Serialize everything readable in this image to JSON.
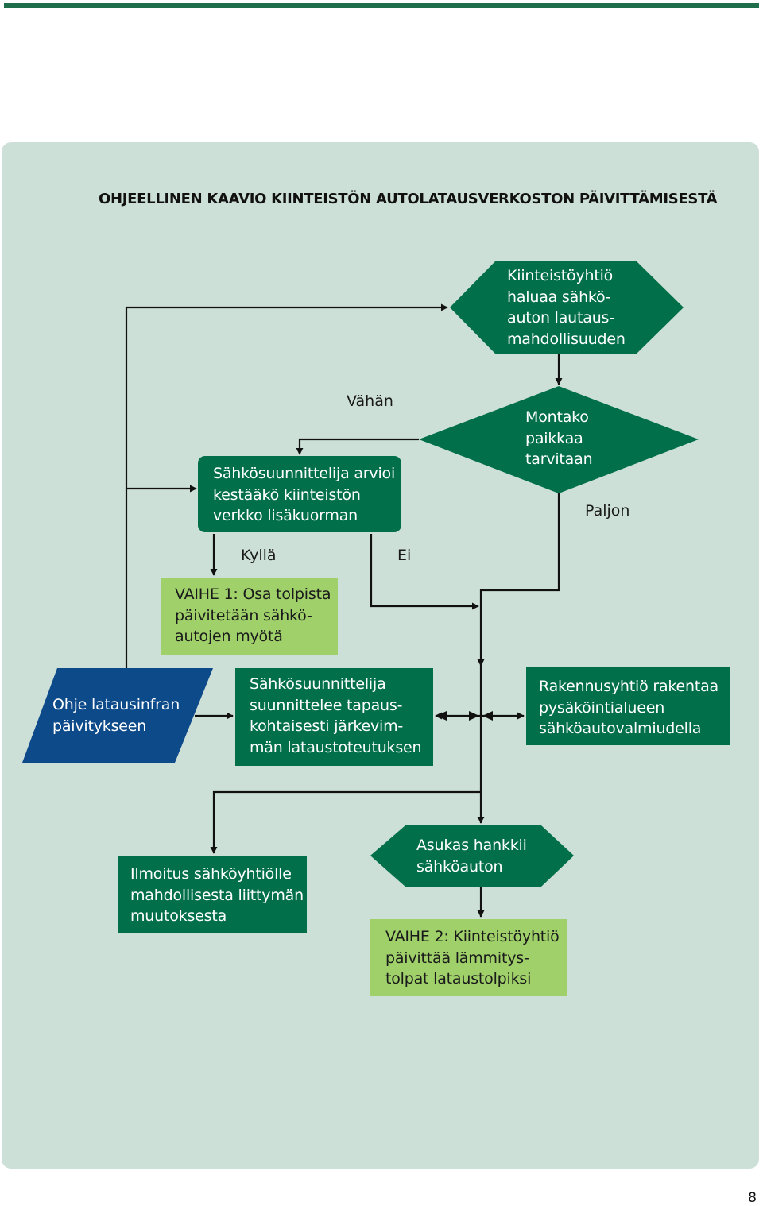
{
  "title": "OHJEELLINEN KAAVIO KIINTEISTÖN AUTOLATAUSVERKOSTON PÄIVITTÄMISESTÄ",
  "nodes": {
    "start": "Kiinteistöyhtiö\nhaluaa sähkö-\nauton lautaus-\nmahdollisuuden",
    "decision": "Montako\npaikkaa\ntarvitaan",
    "assess": "Sähkösuunnittelija arvioi\nkestääkö kiinteistön\nverkko lisäkuorman",
    "phase1": "VAIHE 1: Osa tolpista\npäivitetään sähkö-\nautojen myötä",
    "guide": "Ohje latausinfran\npäivitykseen",
    "design": "Sähkösuunnittelija\nsuunnittelee tapaus-\nkohtaisesti järkevim-\nmän lataustoteutuksen",
    "builder": "Rakennusyhtiö rakentaa\npysäköintialueen\nsähköautovalmiudella",
    "notify": "Ilmoitus sähköyhtiölle\nmahdollisesta liittymän\nmuutoksesta",
    "resident": "Asukas hankkii\nsähköauton",
    "phase2": "VAIHE 2: Kiinteistöyhtiö\npäivittää lämmitys-\ntolpat lataustolpiksi"
  },
  "labels": {
    "few": "Vähän",
    "many": "Paljon",
    "yes": "Kyllä",
    "no": "Ei"
  },
  "page_number": "8",
  "colors": {
    "dark_green": "#006f4a",
    "light_green": "#9fd06a",
    "blue": "#0d4a8a",
    "panel": "#cde0d8",
    "rule": "#1e6e4c"
  }
}
